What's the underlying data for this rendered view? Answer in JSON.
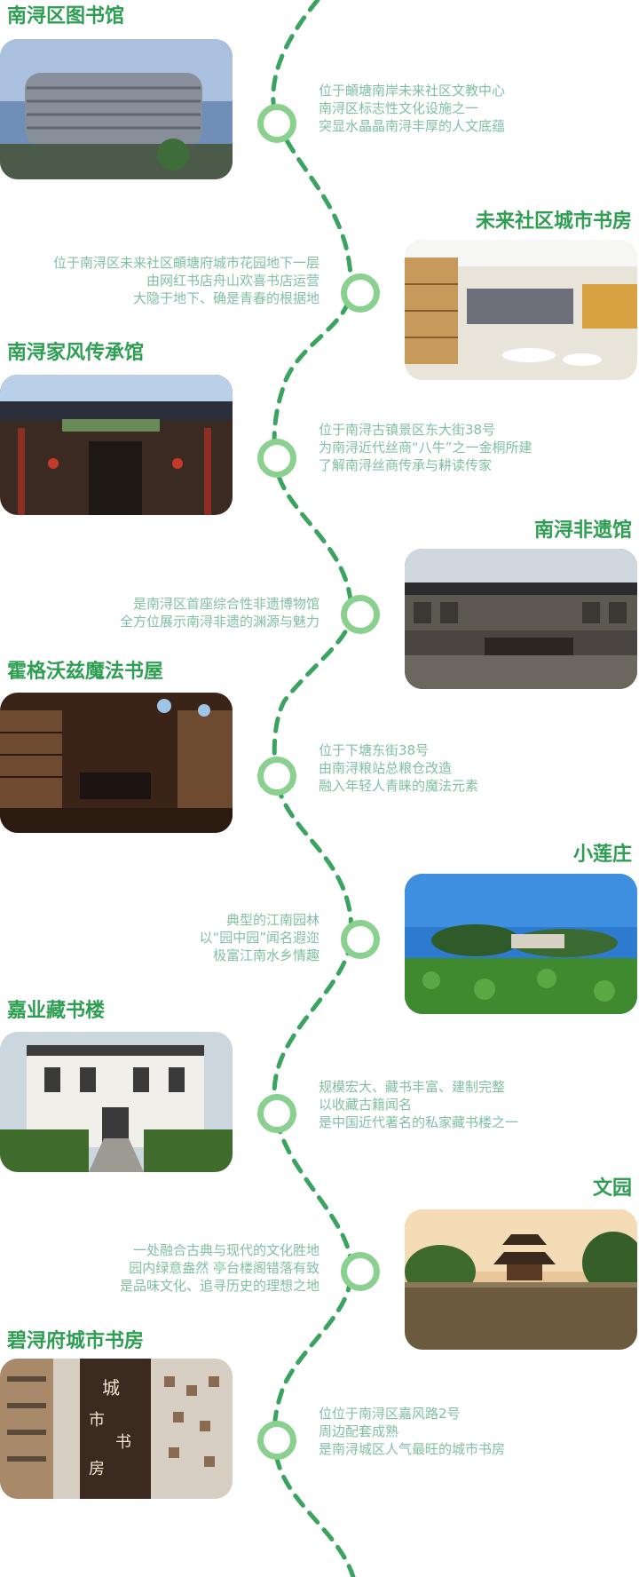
{
  "colors": {
    "title": "#2e9e53",
    "text": "#7fbfa2",
    "node": "#8ad08f",
    "path": "#3aa35f"
  },
  "sections": [
    {
      "title": "南浔区图书馆",
      "side": "left",
      "icon": "library-building-photo",
      "lines": [
        "位于頔塘南岸未来社区文教中心",
        "南浔区标志性文化设施之一",
        "突显水晶晶南浔丰厚的人文底蕴"
      ]
    },
    {
      "title": "未来社区城市书房",
      "side": "right",
      "icon": "bookstore-interior-photo",
      "lines": [
        "位于南浔区未来社区頔塘府城市花园地下一层",
        "由网红书店舟山欢喜书店运营",
        "大隐于地下、确是青春的根据地"
      ]
    },
    {
      "title": "南浔家风传承馆",
      "side": "left",
      "icon": "traditional-hall-photo",
      "lines": [
        "位于南浔古镇景区东大街38号",
        "为南浔近代丝商“八牛”之一金桐所建",
        "了解南浔丝商传承与耕读传家"
      ]
    },
    {
      "title": "南浔非遗馆",
      "side": "right",
      "icon": "heritage-museum-photo",
      "lines": [
        "是南浔区首座综合性非遗博物馆",
        "全方位展示南浔非遗的渊源与魅力"
      ]
    },
    {
      "title": "霍格沃兹魔法书屋",
      "side": "left",
      "icon": "magic-bookstore-photo",
      "lines": [
        "位于下塘东街38号",
        "由南浔粮站总粮仓改造",
        "融入年轻人青睐的魔法元素"
      ]
    },
    {
      "title": "小莲庄",
      "side": "right",
      "icon": "lotus-garden-photo",
      "lines": [
        "典型的江南园林",
        "以“园中园”闻名遐迩",
        "极富江南水乡情趣"
      ]
    },
    {
      "title": "嘉业藏书楼",
      "side": "left",
      "icon": "library-mansion-photo",
      "lines": [
        "规模宏大、藏书丰富、建制完整",
        "以收藏古籍闻名",
        "是中国近代著名的私家藏书楼之一"
      ]
    },
    {
      "title": "文园",
      "side": "right",
      "icon": "pavilion-lake-photo",
      "lines": [
        "一处融合古典与现代的文化胜地",
        "园内绿意盎然 亭台楼阁错落有致",
        "是品味文化、追寻历史的理想之地"
      ]
    },
    {
      "title": "碧浔府城市书房",
      "side": "left",
      "icon": "city-study-room-photo",
      "sign": [
        "城",
        "市",
        "书",
        "房"
      ],
      "lines": [
        "位位于南浔区嘉风路2号",
        "周边配套成熟",
        "是南浔城区人气最旺的城市书房"
      ]
    }
  ]
}
